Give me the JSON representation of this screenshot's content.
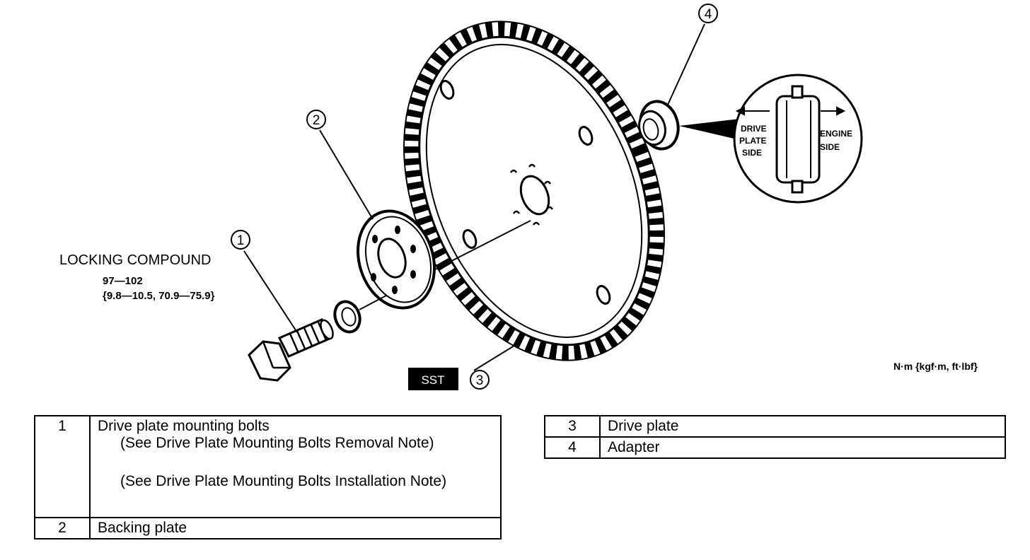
{
  "callouts": {
    "c1": "1",
    "c2": "2",
    "c3": "3",
    "c4": "4"
  },
  "labels": {
    "locking_compound": "LOCKING COMPOUND",
    "torque_value": "97—102",
    "torque_alt": "{9.8—10.5, 70.9—75.9}",
    "sst": "SST",
    "units": "N·m {kgf·m, ft·lbf}",
    "drive_plate_side": [
      "DRIVE",
      "PLATE",
      "SIDE"
    ],
    "engine_side": [
      "ENGINE",
      "SIDE"
    ]
  },
  "parts_left": [
    {
      "num": "1",
      "name": "Drive plate mounting bolts",
      "notes": [
        "(See Drive Plate Mounting Bolts Removal Note)",
        "(See Drive Plate Mounting Bolts Installation Note)"
      ]
    },
    {
      "num": "2",
      "name": "Backing plate"
    }
  ],
  "parts_right": [
    {
      "num": "3",
      "name": "Drive plate"
    },
    {
      "num": "4",
      "name": "Adapter"
    }
  ]
}
